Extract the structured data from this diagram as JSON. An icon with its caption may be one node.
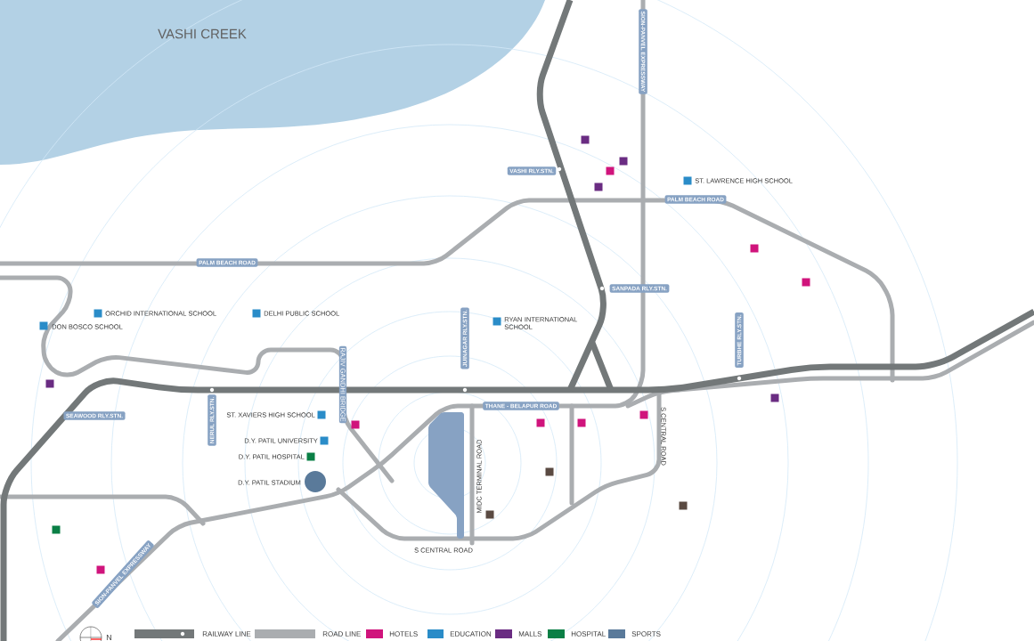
{
  "diagram": {
    "labels": [
      "VASHI CREEK",
      "SION-PANVEL EXPRESSWAY",
      "VASHI RLY.STN.",
      "ST. LAWRENCE HIGH SCHOOL",
      "PALM BEACH ROAD",
      "PALM BEACH ROAD",
      "SANPADA RLY.STN.",
      "ORCHID INTERNATIONAL SCHOOL",
      "DELHI PUBLIC SCHOOL",
      "DON BOSCO SCHOOL",
      "RYAN INTERNATIONAL SCHOOL",
      "JUINAGAR RLY.STN.",
      "TURBHE RLY.STN.",
      "RAJIV GANDHI BRIDGE",
      "SEAWOOD RLY.STN.",
      "NERUL RLY.STN.",
      "THANE - BELAPUR ROAD",
      "ST. XAVIERS HIGH SCHOOL",
      "D.Y. PATIL UNIVERSITY",
      "D.Y. PATIL HOSPITAL",
      "D.Y. PATIL STADIUM",
      "MIDC TERMINAL ROAD",
      "S CENTRAL ROAD",
      "S CENTRAL ROAD",
      "SION-PANVEL EXPRESSWAY",
      "N"
    ],
    "legend": [
      {
        "text": "RAILWAY LINE"
      },
      {
        "text": "ROAD LINE"
      },
      {
        "text": "HOTELS",
        "color": "#d0147c"
      },
      {
        "text": "EDUCATION",
        "color": "#2a8cc8"
      },
      {
        "text": "MALLS",
        "color": "#6a2c82"
      },
      {
        "text": "HOSPITAL",
        "color": "#0a7f45"
      },
      {
        "text": "SPORTS",
        "color": "#5a7a9a"
      }
    ]
  }
}
